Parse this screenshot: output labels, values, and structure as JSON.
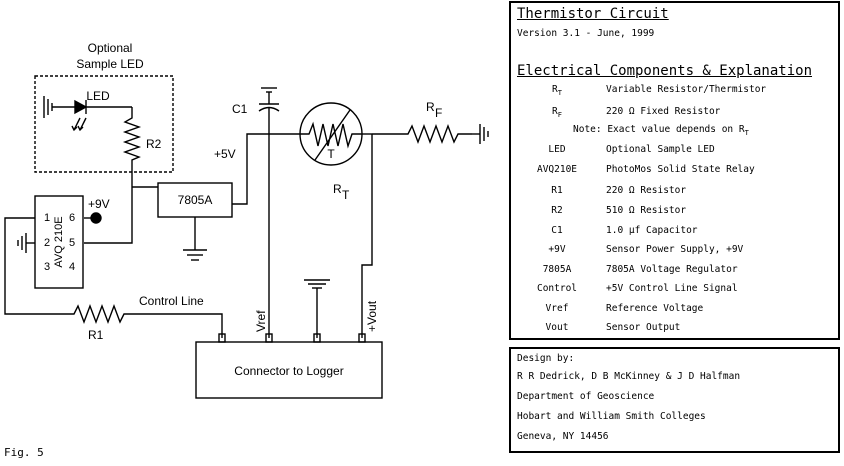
{
  "diagram": {
    "optional_label_line1": "Optional",
    "optional_label_line2": "Sample LED",
    "led_label": "LED",
    "r2_label": "R2",
    "plus9v_label": "+9V",
    "plus5v_label": "+5V",
    "c1_label": "C1",
    "regulator_label": "7805A",
    "relay_label": "AVQ 210E",
    "pins": [
      "1",
      "2",
      "3",
      "6",
      "5",
      "4"
    ],
    "thermistor_letter": "T",
    "rt_main": "R",
    "rt_sub": "T",
    "rf_main": "R",
    "rf_sub": "F",
    "control_line_label": "Control Line",
    "r1_label": "R1",
    "vref_label": "Vref",
    "vout_label": "+Vout",
    "connector_label": "Connector to Logger"
  },
  "info": {
    "title": "Thermistor Circuit",
    "version": "Version 3.1 - June, 1999",
    "section_title": "Electrical Components & Explanation",
    "components": [
      {
        "sym": "RT",
        "desc": "Variable Resistor/Thermistor"
      },
      {
        "sym": "RF",
        "desc": "220 Ω Fixed Resistor"
      },
      {
        "sym": "LED",
        "desc": "Optional Sample LED"
      },
      {
        "sym": "AVQ210E",
        "desc": "PhotoMos Solid State Relay"
      },
      {
        "sym": "R1",
        "desc": "220 Ω Resistor"
      },
      {
        "sym": "R2",
        "desc": "510 Ω Resistor"
      },
      {
        "sym": "C1",
        "desc": "1.0 µf Capacitor"
      },
      {
        "sym": "+9V",
        "desc": "Sensor Power Supply, +9V"
      },
      {
        "sym": "7805A",
        "desc": "7805A Voltage Regulator"
      },
      {
        "sym": "Control",
        "desc": "+5V Control Line Signal"
      },
      {
        "sym": "Vref",
        "desc": "Reference Voltage"
      },
      {
        "sym": "Vout",
        "desc": "Sensor Output"
      }
    ],
    "note": "Note: Exact value depends on RT"
  },
  "credits": {
    "lines": [
      "Design by:",
      "R R Dedrick, D B McKinney & J D Halfman",
      "Department of Geoscience",
      "Hobart and William Smith Colleges",
      "Geneva, NY 14456"
    ]
  },
  "figure_label": "Fig. 5"
}
